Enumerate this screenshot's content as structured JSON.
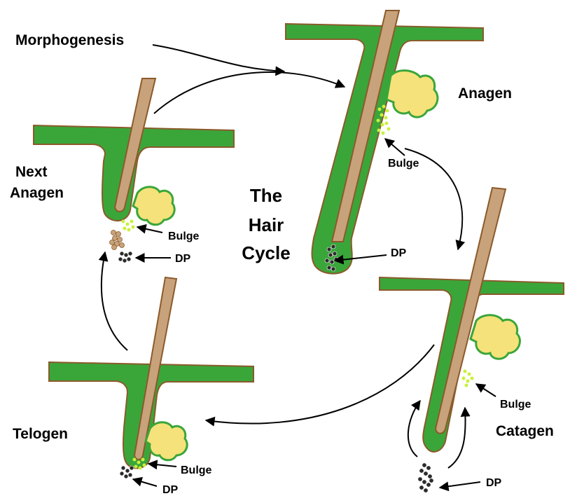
{
  "title": {
    "lines": [
      "The",
      "Hair",
      "Cycle"
    ]
  },
  "labels": {
    "morphogenesis": "Morphogenesis",
    "anagen": "Anagen",
    "catagen": "Catagen",
    "telogen": "Telogen",
    "next_anagen_line1": "Next",
    "next_anagen_line2": "Anagen"
  },
  "structure_labels": {
    "bulge": "Bulge",
    "dp": "DP"
  },
  "colors": {
    "epithelium_fill": "#3aa63a",
    "epithelium_outline": "#8b5a2b",
    "hair_shaft": "#c8a27a",
    "sebaceous_gland": "#f6e27a",
    "sebaceous_outline": "#3aa63a",
    "bulge_dots": "#c9f03c",
    "dermal_papilla": "#2b2b2b",
    "arrows": "#000000"
  }
}
